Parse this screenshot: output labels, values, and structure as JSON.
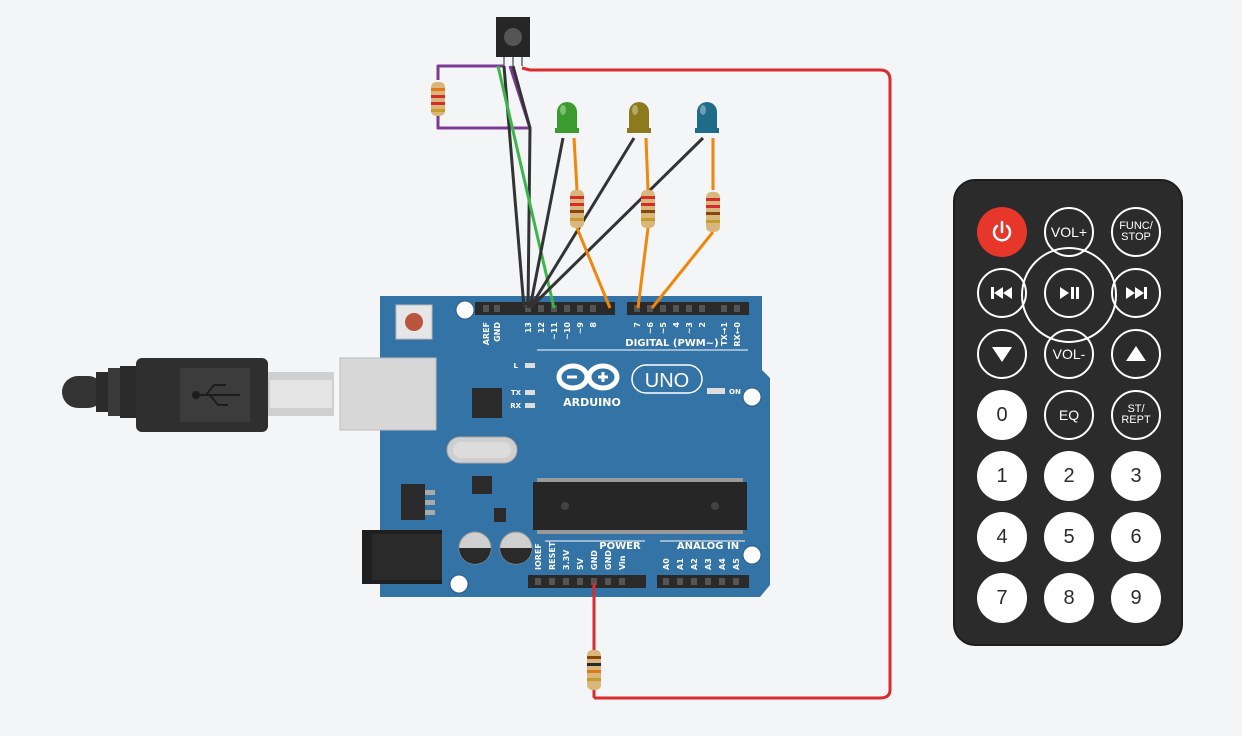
{
  "board": {
    "brand": "ARDUINO",
    "model": "UNO",
    "digital_header": "DIGITAL (PWM~)",
    "power_header": "POWER",
    "analog_header": "ANALOG IN",
    "on_label": "ON",
    "l_label": "L",
    "tx_label": "TX",
    "rx_label": "RX",
    "digital_pins": [
      "AREF",
      "GND",
      "13",
      "12",
      "~11",
      "~10",
      "~9",
      "8",
      "7",
      "~6",
      "~5",
      "4",
      "~3",
      "2",
      "TX→1",
      "RX←0"
    ],
    "power_pins": [
      "IOREF",
      "RESET",
      "3.3V",
      "5V",
      "GND",
      "GND",
      "Vin"
    ],
    "analog_pins": [
      "A0",
      "A1",
      "A2",
      "A3",
      "A4",
      "A5"
    ]
  },
  "leds": [
    {
      "name": "green",
      "color": "#3b9b2f"
    },
    {
      "name": "yellow",
      "color": "#8c7a1c"
    },
    {
      "name": "blue",
      "color": "#1f6b8a"
    }
  ],
  "wire_colors": {
    "red": "#d92c2c",
    "black": "#333333",
    "green": "#3cb54a",
    "purple": "#7c3a95",
    "orange": "#f0870a"
  },
  "remote": {
    "power_icon": "power-icon",
    "vol_up": "VOL+",
    "func_stop": "FUNC/\nSTOP",
    "prev_icon": "skip-back-icon",
    "play_icon": "play-pause-icon",
    "next_icon": "skip-forward-icon",
    "down_icon": "triangle-down-icon",
    "vol_down": "VOL-",
    "up_icon": "triangle-up-icon",
    "zero": "0",
    "eq": "EQ",
    "st_rept": "ST/\nREPT",
    "numbers": [
      "1",
      "2",
      "3",
      "4",
      "5",
      "6",
      "7",
      "8",
      "9"
    ]
  }
}
